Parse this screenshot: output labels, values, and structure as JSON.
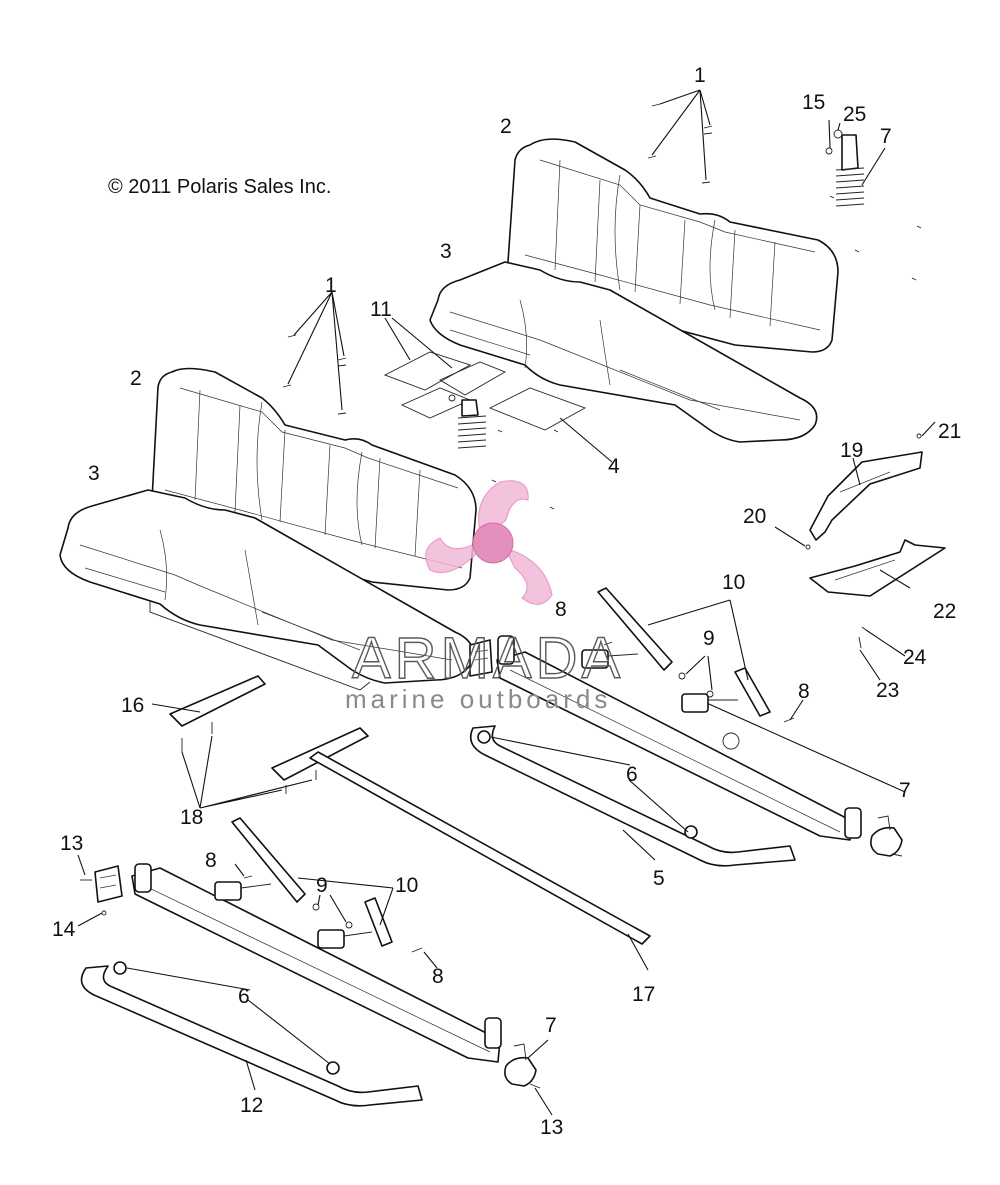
{
  "copyright": "© 2011 Polaris Sales Inc.",
  "watermark": {
    "brand": "ARMADA",
    "tagline": "marine outboards",
    "logo_color": "#f2b8d6",
    "text_color": "#5a5a5a"
  },
  "callouts": {
    "c1a": "1",
    "c1b": "1",
    "c2a": "2",
    "c2b": "2",
    "c3a": "3",
    "c3b": "3",
    "c4": "4",
    "c5": "5",
    "c6a": "6",
    "c6b": "6",
    "c7a": "7",
    "c7b": "7",
    "c7c": "7",
    "c8a": "8",
    "c8b": "8",
    "c8c": "8",
    "c8d": "8",
    "c9a": "9",
    "c9b": "9",
    "c10a": "10",
    "c10b": "10",
    "c11": "11",
    "c12": "12",
    "c13a": "13",
    "c13b": "13",
    "c14": "14",
    "c15": "15",
    "c16": "16",
    "c17": "17",
    "c18": "18",
    "c19": "19",
    "c20": "20",
    "c21": "21",
    "c22": "22",
    "c23": "23",
    "c24": "24",
    "c25": "25"
  }
}
